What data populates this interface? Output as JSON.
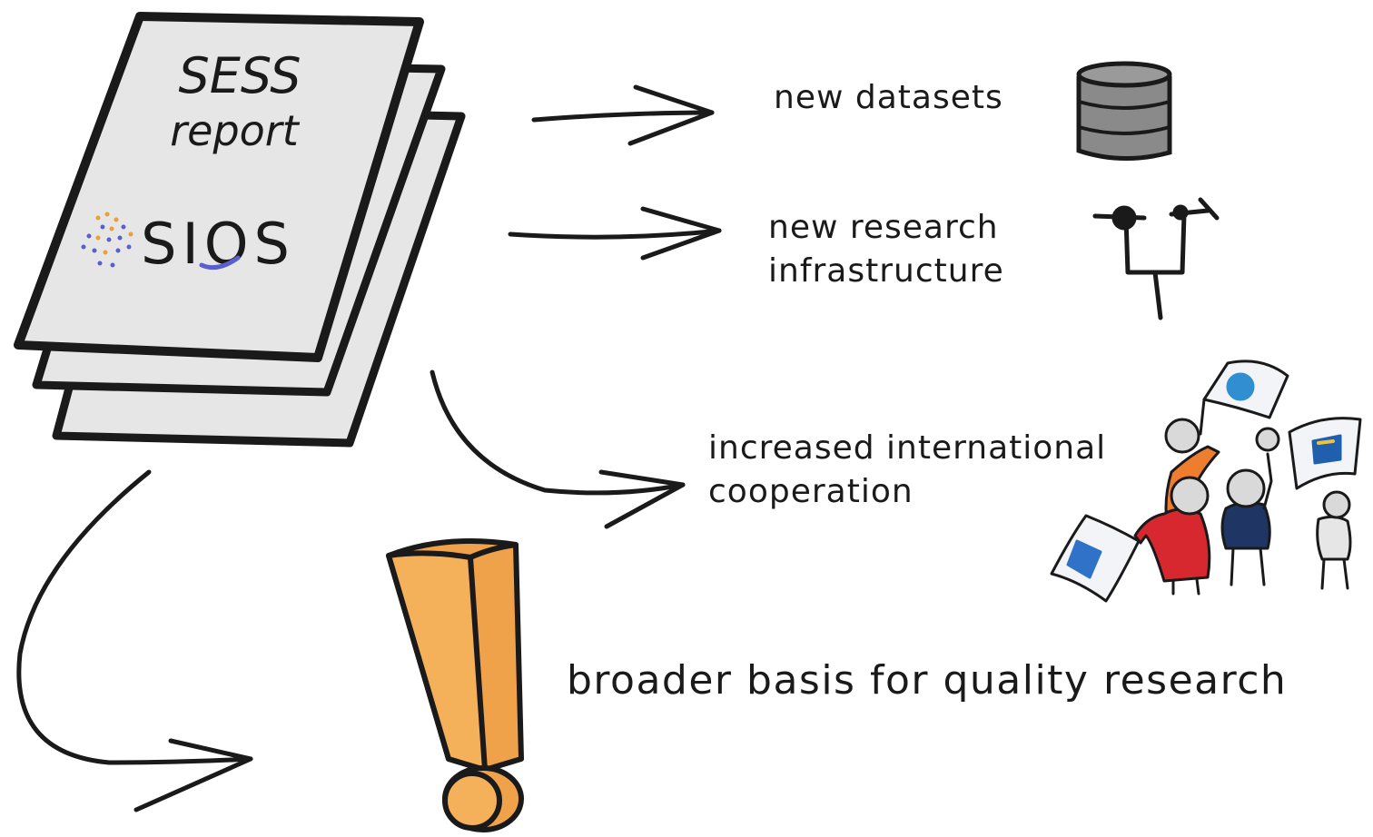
{
  "report": {
    "title_line1": "SESS",
    "title_line2": "report",
    "logo_text": "SIOS"
  },
  "outcomes": {
    "datasets": "new datasets",
    "infrastructure_line1": "new research",
    "infrastructure_line2": "infrastructure",
    "cooperation_line1": "increased international",
    "cooperation_line2": "cooperation",
    "basis": "broader basis for quality research"
  },
  "colors": {
    "ink": "#1a1a1a",
    "paper": "#e6e6e6",
    "database": "#8a8a8a",
    "exclamation": "#f0a24b",
    "figure_orange": "#ee7d2f",
    "figure_red": "#d7282f",
    "figure_navy": "#1f3563",
    "figure_grey": "#d9d9d9",
    "flag_blue": "#2f8fd0",
    "logo_orange": "#e8a03a",
    "logo_blue": "#5a5fc9"
  },
  "icons": [
    "stacked-documents-icon",
    "database-icon",
    "sensor-mast-icon",
    "people-with-flags-icon",
    "exclamation-mark-icon",
    "arrow-icon"
  ]
}
